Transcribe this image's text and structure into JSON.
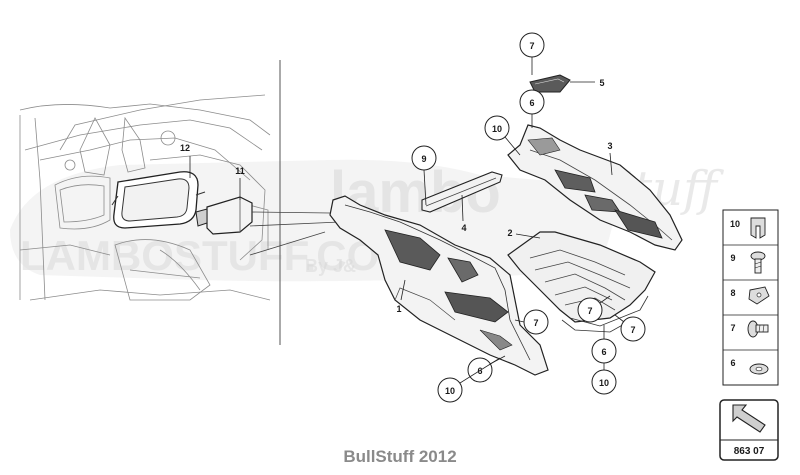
{
  "watermark": {
    "brand": "lambo",
    "script": "Stuff",
    "site": "LAMBOSTUFF.COM",
    "byline": "By J&"
  },
  "callouts": {
    "c1": "1",
    "c2": "2",
    "c3": "3",
    "c4": "4",
    "c5": "5",
    "c6a": "6",
    "c6b": "6",
    "c6c": "6",
    "c7a": "7",
    "c7b": "7",
    "c7c": "7",
    "c7d": "7",
    "c9": "9",
    "c10a": "10",
    "c10b": "10",
    "c10c": "10",
    "c11": "11",
    "c12": "12"
  },
  "legend": {
    "items": [
      {
        "number": "10",
        "icon": "clip-icon"
      },
      {
        "number": "9",
        "icon": "screw-icon"
      },
      {
        "number": "8",
        "icon": "nut-clip-icon"
      },
      {
        "number": "7",
        "icon": "bolt-icon"
      },
      {
        "number": "6",
        "icon": "washer-icon"
      }
    ]
  },
  "page_ref": {
    "number": "863 07",
    "icon": "arrow-icon"
  },
  "footer": {
    "caption": "BullStuff 2012"
  }
}
